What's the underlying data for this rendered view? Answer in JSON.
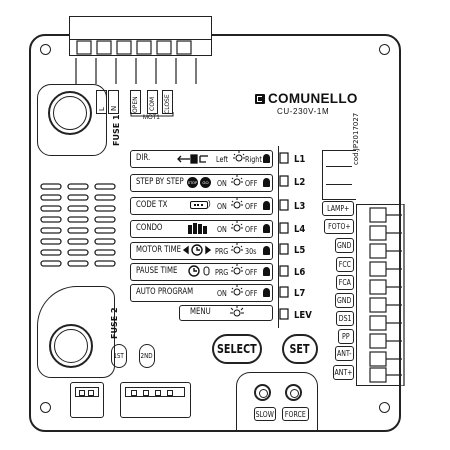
{
  "brand": {
    "name": "COMUNELLO",
    "model": "CU-230V-1M",
    "code": "cod.JP2017027"
  },
  "top_terminals": [
    "L",
    "N",
    "OPEN",
    "COM",
    "CLOSE"
  ],
  "mot_label": "MOT1",
  "fuses": {
    "fuse1": "FUSE 1",
    "fuse2": "FUSE 2"
  },
  "rows": [
    {
      "label": "DIR.",
      "opt_a": "Left",
      "opt_b": "Right"
    },
    {
      "label": "STEP BY STEP",
      "opt_a": "ON",
      "opt_b": "OFF"
    },
    {
      "label": "CODE TX",
      "opt_a": "ON",
      "opt_b": "OFF"
    },
    {
      "label": "CONDO",
      "opt_a": "ON",
      "opt_b": "OFF"
    },
    {
      "label": "MOTOR TIME",
      "opt_a": "PRG",
      "opt_b": "30s"
    },
    {
      "label": "PAUSE TIME",
      "opt_a": "PRG",
      "opt_b": "OFF"
    },
    {
      "label": "AUTO PROGRAM",
      "opt_a": "ON",
      "opt_b": "OFF"
    }
  ],
  "step_icons": {
    "stop": "STOP",
    "go": "GO"
  },
  "menu_label": "MENU",
  "leds": [
    "L1",
    "L2",
    "L3",
    "L4",
    "L5",
    "L6",
    "L7",
    "LEV"
  ],
  "buttons": {
    "select": "SELECT",
    "set": "SET",
    "first": "1ST",
    "second": "2ND",
    "slow": "SLOW",
    "force": "FORCE"
  },
  "right_terminals": [
    "LAMP+",
    "FOTO+",
    "GND",
    "FCC",
    "FCA",
    "GND",
    "DS1",
    "PP",
    "ANT-",
    "ANT+"
  ]
}
